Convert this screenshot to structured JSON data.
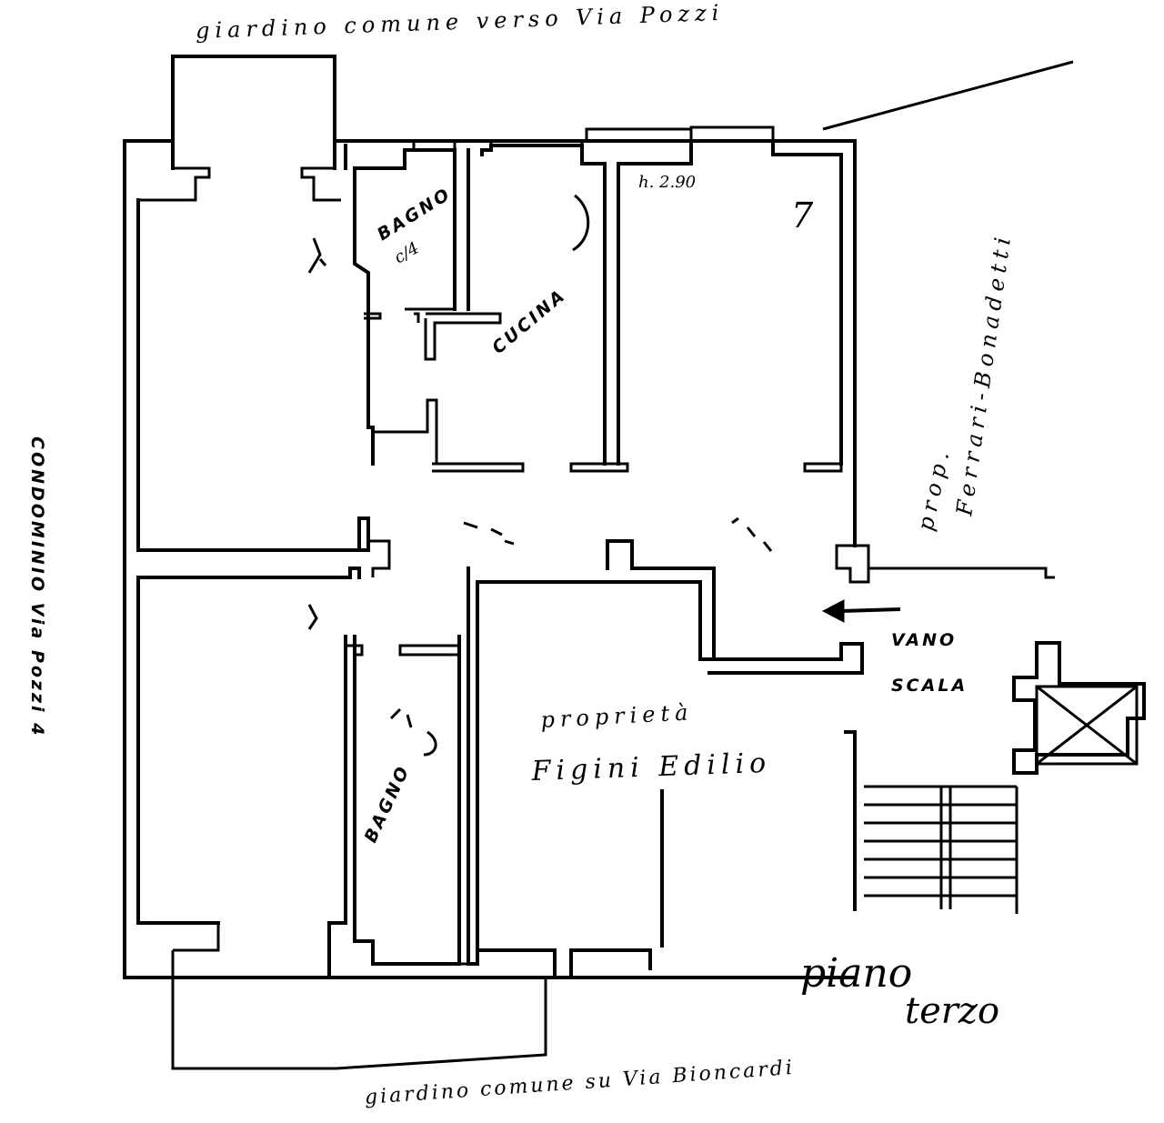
{
  "labels": {
    "top_garden": "giardino comune verso Via Pozzi",
    "right_owner_prefix": "prop.",
    "right_owner_name": "Ferrari-Bonadetti",
    "left_side": "CONDOMINIO Via Pozzi 4",
    "height_note": "h. 2.90",
    "room_number_top_right": "7",
    "bathroom_top": "BAGNO",
    "bathroom_top_code": "c/4",
    "kitchen": "CUCINA",
    "stair_vano": "VANO",
    "stair_scala": "SCALA",
    "owner_prefix": "proprietà",
    "owner_name": "Figini Edilio",
    "bathroom_bottom": "BAGNO",
    "floor_line1": "piano",
    "floor_line2": "terzo",
    "bottom_garden": "giardino comune su Via Bioncardi"
  }
}
